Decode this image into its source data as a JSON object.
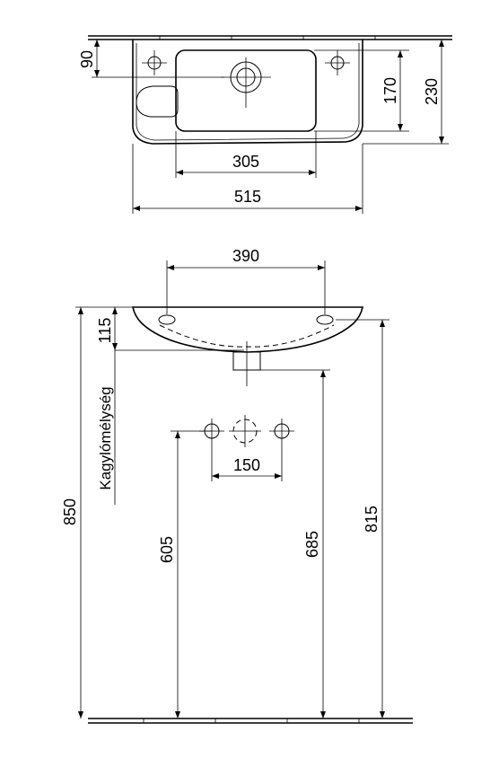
{
  "top_view": {
    "dimensions": {
      "hole_offset": "90",
      "basin_depth": "170",
      "overall_depth": "230",
      "basin_width": "305",
      "overall_width": "515"
    }
  },
  "front_view": {
    "dimensions": {
      "fixing_spacing": "390",
      "rim_to_fixing": "115",
      "pipe_spacing": "150",
      "rim_height": "850",
      "supply_height": "605",
      "waste_height": "685",
      "fixing_height": "815"
    },
    "label_basin_depth": "Kagylómélység"
  }
}
